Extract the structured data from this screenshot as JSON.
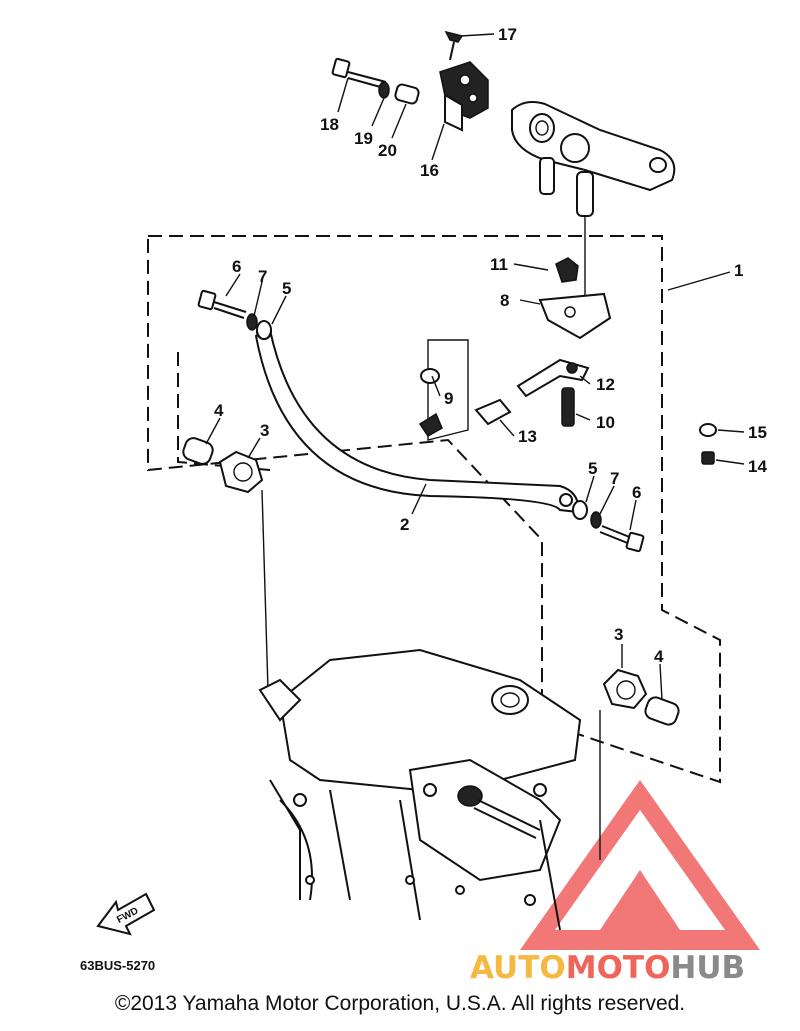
{
  "diagram": {
    "callouts": [
      {
        "id": "c1",
        "text": "1"
      },
      {
        "id": "c2",
        "text": "2"
      },
      {
        "id": "c3a",
        "text": "3"
      },
      {
        "id": "c3b",
        "text": "3"
      },
      {
        "id": "c4a",
        "text": "4"
      },
      {
        "id": "c4b",
        "text": "4"
      },
      {
        "id": "c5a",
        "text": "5"
      },
      {
        "id": "c5b",
        "text": "5"
      },
      {
        "id": "c6a",
        "text": "6"
      },
      {
        "id": "c6b",
        "text": "6"
      },
      {
        "id": "c7a",
        "text": "7"
      },
      {
        "id": "c7b",
        "text": "7"
      },
      {
        "id": "c8",
        "text": "8"
      },
      {
        "id": "c9",
        "text": "9"
      },
      {
        "id": "c10",
        "text": "10"
      },
      {
        "id": "c11",
        "text": "11"
      },
      {
        "id": "c12",
        "text": "12"
      },
      {
        "id": "c13",
        "text": "13"
      },
      {
        "id": "c14",
        "text": "14"
      },
      {
        "id": "c15",
        "text": "15"
      },
      {
        "id": "c16",
        "text": "16"
      },
      {
        "id": "c17",
        "text": "17"
      },
      {
        "id": "c18",
        "text": "18"
      },
      {
        "id": "c19",
        "text": "19"
      },
      {
        "id": "c20",
        "text": "20"
      }
    ],
    "fwd_label": "FWD",
    "drawing_code": "63BUS-5270"
  },
  "watermark": {
    "part1": "AUTO",
    "part2": "MOTO",
    "part3": "HUB",
    "color_auto": "#f5b942",
    "color_moto": "#f0645a",
    "color_hub": "#8a8a8a",
    "logo_color": "#ee4b4b"
  },
  "footer": {
    "copyright": "©2013 Yamaha Motor Corporation, U.S.A. All rights reserved."
  }
}
